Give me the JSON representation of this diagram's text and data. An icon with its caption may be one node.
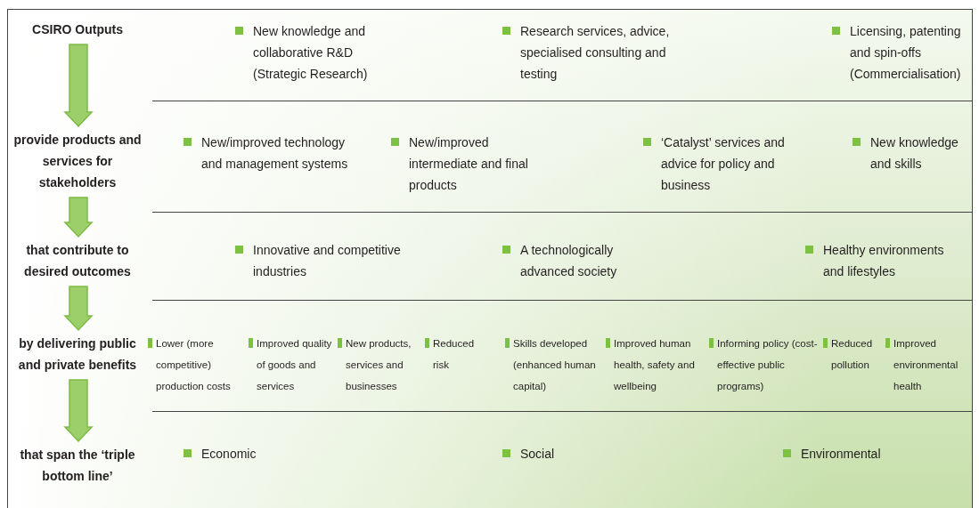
{
  "diagram": {
    "nodes": [
      {
        "text": [
          "CSIRO Outputs"
        ]
      },
      {
        "text": [
          "provide products and services for stakeholders"
        ]
      },
      {
        "text": [
          "that contribute to desired outcomes"
        ]
      },
      {
        "text": [
          "by delivering public and private benefits"
        ]
      },
      {
        "text": [
          "that span the ‘triple bottom line’"
        ]
      }
    ],
    "edges": [
      {
        "from": 0,
        "to": 1,
        "arrow": "to",
        "style": "thick"
      },
      {
        "from": 1,
        "to": 2,
        "arrow": "to",
        "style": "thick"
      },
      {
        "from": 2,
        "to": 3,
        "arrow": "to",
        "style": "thick"
      },
      {
        "from": 3,
        "to": 4,
        "arrow": "to",
        "style": "thick"
      }
    ],
    "labels": [
      "New knowledge and collaborative R&D (Strategic Research)",
      "Research services, advice, specialised consulting and testing",
      "Licensing, patenting and spin-offs (Commercialisation)",
      "New/improved technology and management systems",
      "New/improved intermediate and final products",
      "‘Catalyst’ services and advice for policy and business",
      "New knowledge and skills",
      "Innovative and competitive industries",
      "A technologically advanced society",
      "Healthy environments and lifestyles",
      "Lower (more competitive) production costs",
      "Improved quality of goods and services",
      "New products, services and businesses",
      "Reduced risk",
      "Skills developed (enhanced human capital)",
      "Improved human health, safety and wellbeing",
      "Informing policy (cost-effective public programs)",
      "Reduced pollution",
      "Improved environmental health",
      "Economic",
      "Social",
      "Environmental"
    ]
  }
}
